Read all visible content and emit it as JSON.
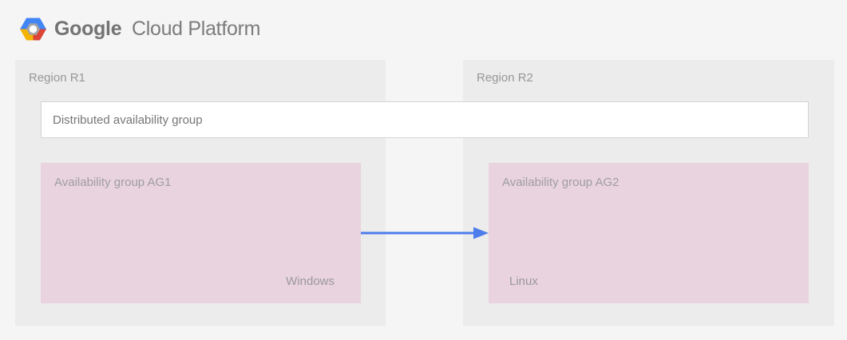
{
  "header": {
    "logo_icon": "gcp-hexagon-logo",
    "brand": "Google",
    "product": "Cloud Platform"
  },
  "regions": [
    {
      "label": "Region R1"
    },
    {
      "label": "Region R2"
    }
  ],
  "distributed_group": {
    "label": "Distributed availability group"
  },
  "availability_groups": [
    {
      "label": "Availability group AG1",
      "os": "Windows"
    },
    {
      "label": "Availability group AG2",
      "os": "Linux"
    }
  ],
  "arrow": {
    "from": "Availability group AG1",
    "to": "Availability group AG2",
    "direction": "left-to-right",
    "color": "#4d7deb"
  },
  "colors": {
    "page_bg": "#f5f5f5",
    "region_bg": "#ececec",
    "availability_group_bg": "#e9d3de",
    "distributed_group_bg": "#ffffff",
    "distributed_group_border": "#d4d4d4",
    "arrow_blue": "#4d7deb",
    "logo_blue": "#4285f4",
    "logo_red": "#db4437",
    "logo_yellow": "#f4b400",
    "logo_ring_gray": "#a5a5a5",
    "text_gray_dark": "#757575",
    "text_gray_light": "#9e9e9e"
  }
}
